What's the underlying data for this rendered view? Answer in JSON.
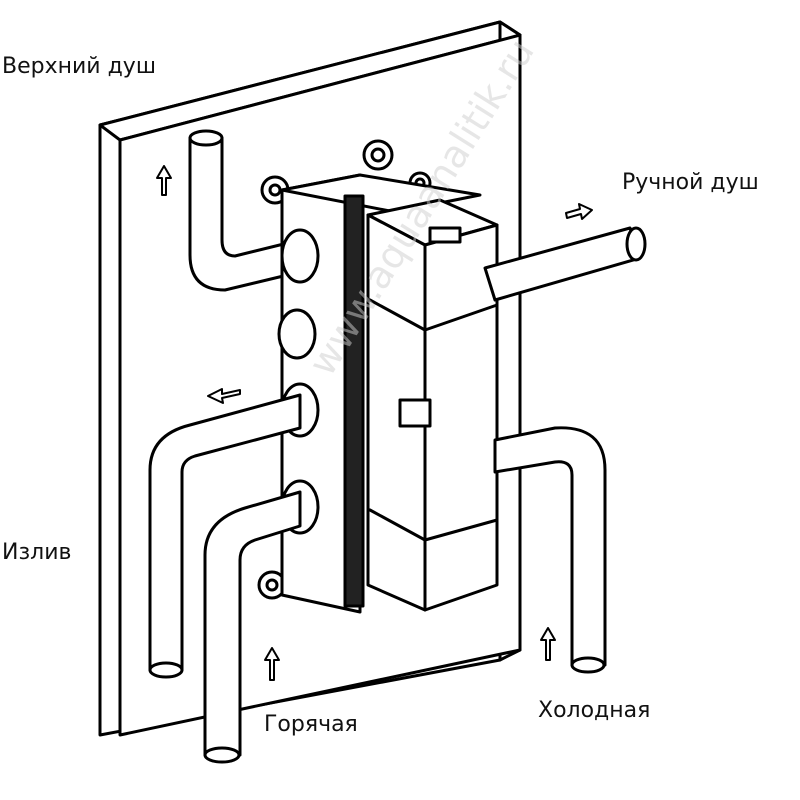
{
  "labels": {
    "top_shower": "Верхний душ",
    "hand_shower": "Ручной душ",
    "spout": "Излив",
    "hot": "Горячая",
    "cold": "Холодная"
  },
  "watermark": "www.aquaanalitik.ru",
  "colors": {
    "line": "#000000",
    "fill": "#ffffff"
  }
}
